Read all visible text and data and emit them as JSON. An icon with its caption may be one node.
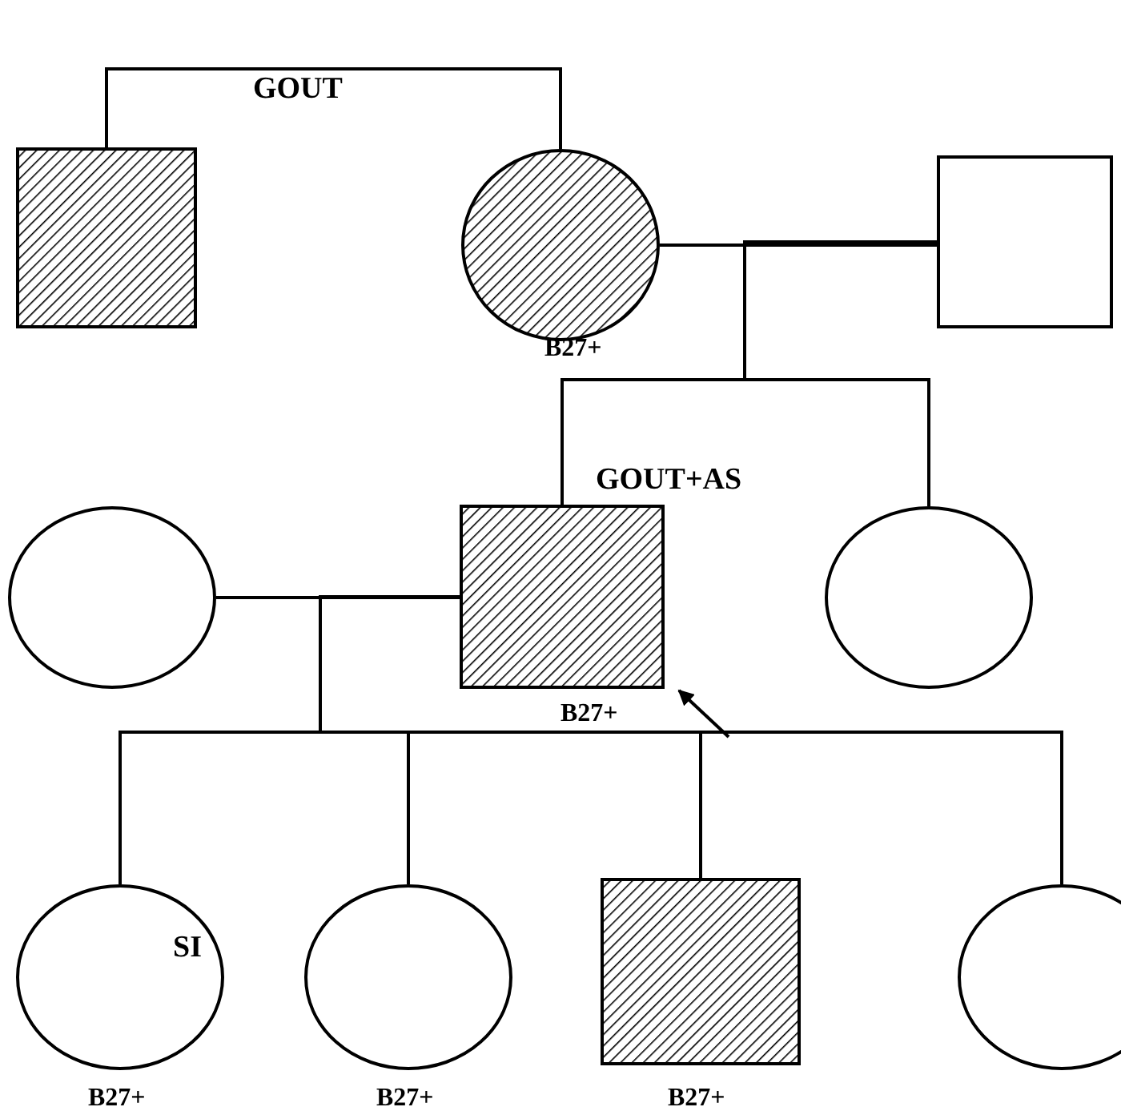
{
  "diagram": {
    "nodes": [
      {
        "text": [],
        "shape": "box",
        "beside": [
          "GOUT"
        ]
      },
      {
        "text": [],
        "shape": "circle",
        "beside": [
          "B27+"
        ]
      },
      {
        "text": [],
        "shape": "box"
      },
      {
        "text": [],
        "shape": "circle"
      },
      {
        "text": [],
        "shape": "box",
        "beside": [
          "GOUT+AS",
          "B27+"
        ]
      },
      {
        "text": [],
        "shape": "circle"
      },
      {
        "text": [
          "SI"
        ],
        "beside": [
          "B27+"
        ]
      },
      {
        "text": [],
        "shape": "circle",
        "beside": [
          "B27+"
        ]
      },
      {
        "text": [],
        "shape": "box",
        "beside": [
          "B27+"
        ]
      },
      {
        "text": [],
        "shape": "circle"
      }
    ],
    "edges": [
      {
        "from": 0,
        "to": 1,
        "arrow": "none"
      },
      {
        "from": 1,
        "to": 2,
        "arrow": "none"
      },
      {
        "from": 1,
        "to": 4,
        "arrow": "none"
      },
      {
        "from": 2,
        "to": 4,
        "arrow": "none"
      },
      {
        "from": 1,
        "to": 5,
        "arrow": "none"
      },
      {
        "from": 2,
        "to": 5,
        "arrow": "none"
      },
      {
        "from": 3,
        "to": 4,
        "arrow": "none"
      },
      {
        "from": 3,
        "to": 6,
        "arrow": "none"
      },
      {
        "from": 4,
        "to": 6,
        "arrow": "none"
      },
      {
        "from": 3,
        "to": 7,
        "arrow": "none"
      },
      {
        "from": 4,
        "to": 7,
        "arrow": "none"
      },
      {
        "from": 3,
        "to": 8,
        "arrow": "none"
      },
      {
        "from": 4,
        "to": 8,
        "arrow": "none"
      },
      {
        "from": 3,
        "to": 9,
        "arrow": "none"
      },
      {
        "from": 4,
        "to": 9,
        "arrow": "none"
      },
      {
        "from": null,
        "to": 4,
        "arrow": "to"
      }
    ]
  }
}
